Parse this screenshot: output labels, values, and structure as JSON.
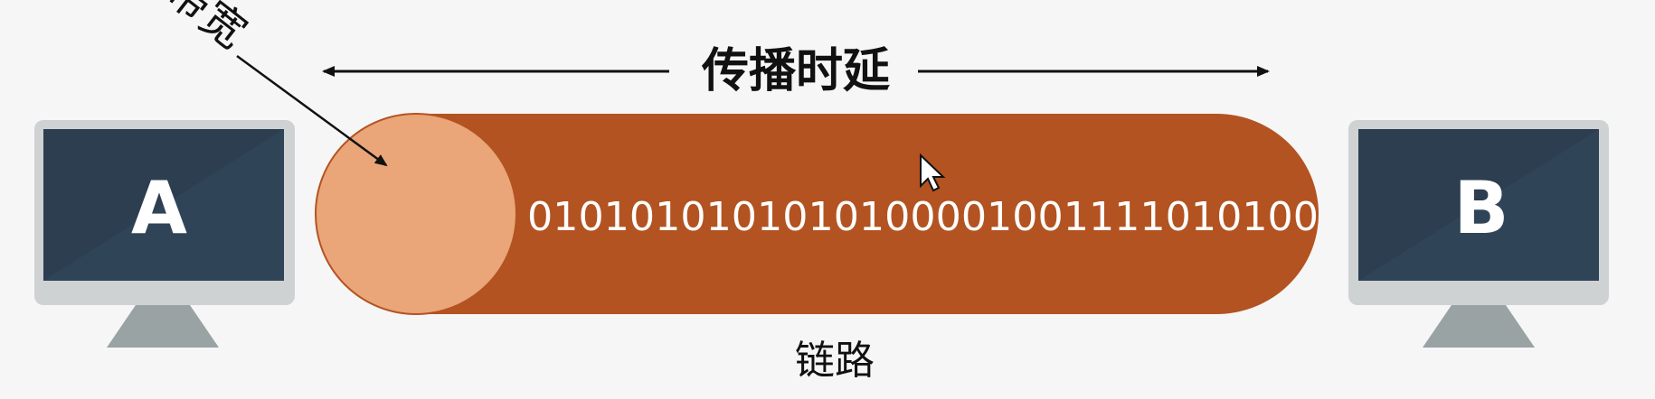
{
  "diagram": {
    "bandwidth_label": "带宽",
    "propagation_delay_label": "传播时延",
    "link_label": "链路",
    "host_a_label": "A",
    "host_b_label": "B",
    "bit_stream": "0101010101010100001001111010100"
  },
  "colors": {
    "background": "#f6f6f6",
    "link_body": "#b35321",
    "link_end": "#eaa578",
    "monitor_frame": "#cfd2d3",
    "monitor_screen": "#2c3e50",
    "monitor_stand": "#9aa3a3",
    "text_dark": "#111111",
    "text_light": "#ffffff"
  }
}
